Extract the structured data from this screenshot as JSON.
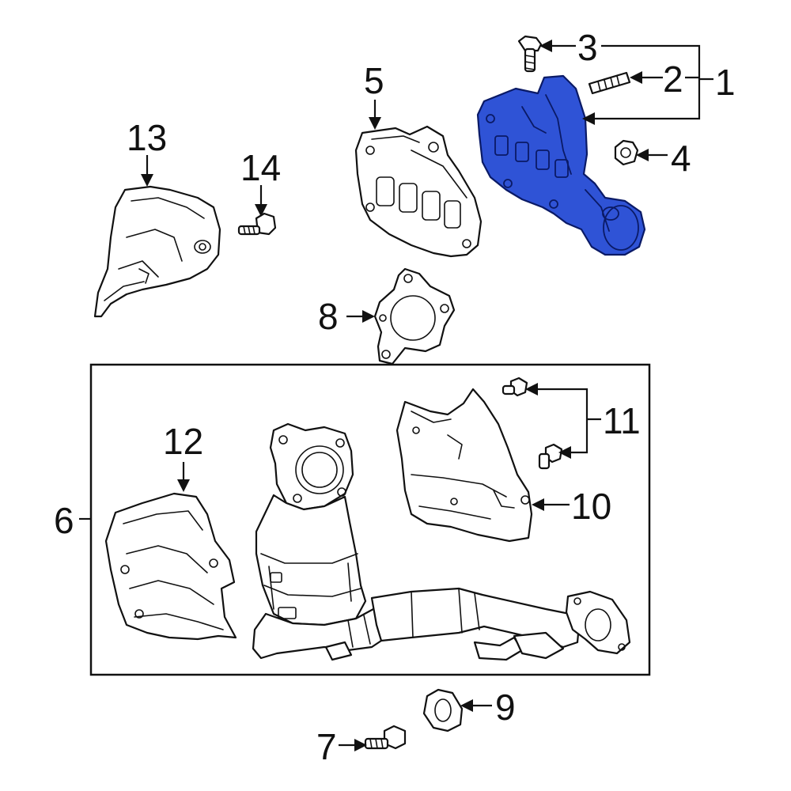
{
  "colors": {
    "highlight": "#2f53d6",
    "line": "#111111",
    "background": "#ffffff"
  },
  "callouts": {
    "c1": "1",
    "c2": "2",
    "c3": "3",
    "c4": "4",
    "c5": "5",
    "c6": "6",
    "c7": "7",
    "c8": "8",
    "c9": "9",
    "c10": "10",
    "c11": "11",
    "c12": "12",
    "c13": "13",
    "c14": "14"
  }
}
